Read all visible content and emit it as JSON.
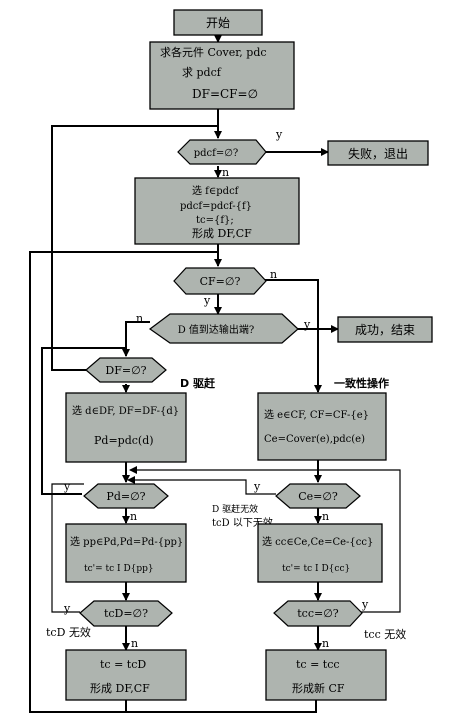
{
  "start": "开始",
  "init_box": {
    "line1": "求各元件 Cover, pdc",
    "line2": "求 pdcf",
    "line3": "DF=CF=∅"
  },
  "d_pdcf": "pdcf=∅?",
  "fail": "失败，退出",
  "select_box": {
    "line1": "选 f∈pdcf",
    "line2": "pdcf=pdcf-{f}",
    "line3": "tc={f};",
    "line4": "形成 DF,CF"
  },
  "d_cf": "CF=∅?",
  "d_output": "D 值到达输出端?",
  "success": "成功，结束",
  "d_df": "DF=∅?",
  "d_drive_label": "D 驱赶",
  "consistency_label": "一致性操作",
  "d_box": {
    "line1": "选 d∈DF, DF=DF-{d}",
    "line2": "Pd=pdc(d)"
  },
  "e_box": {
    "line1": "选 e∈CF, CF=CF-{e}",
    "line2": "Ce=Cover(e),pdc(e)"
  },
  "d_pd": "Pd=∅?",
  "d_ce": "Ce=∅?",
  "note_d_invalid": "D 驱赶无效",
  "note_tc_invalid": "tcD 以下无效",
  "pp_box": {
    "line1": "选 pp∈Pd,Pd=Pd-{pp}",
    "line2": "tc'= tc I D{pp}"
  },
  "cc_box": {
    "line1": "选 cc∈Ce,Ce=Ce-{cc}",
    "line2": "tc'= tc I D{cc}"
  },
  "d_tcd": "tcD=∅?",
  "d_tcc": "tcc=∅?",
  "tcd_invalid": "tcD 无效",
  "tcc_invalid": "tcc 无效",
  "left_end": {
    "line1": "tc = tcD",
    "line2": "形成 DF,CF"
  },
  "right_end": {
    "line1": "tc = tcc",
    "line2": "形成新 CF"
  },
  "labels": {
    "y": "y",
    "n": "n"
  }
}
